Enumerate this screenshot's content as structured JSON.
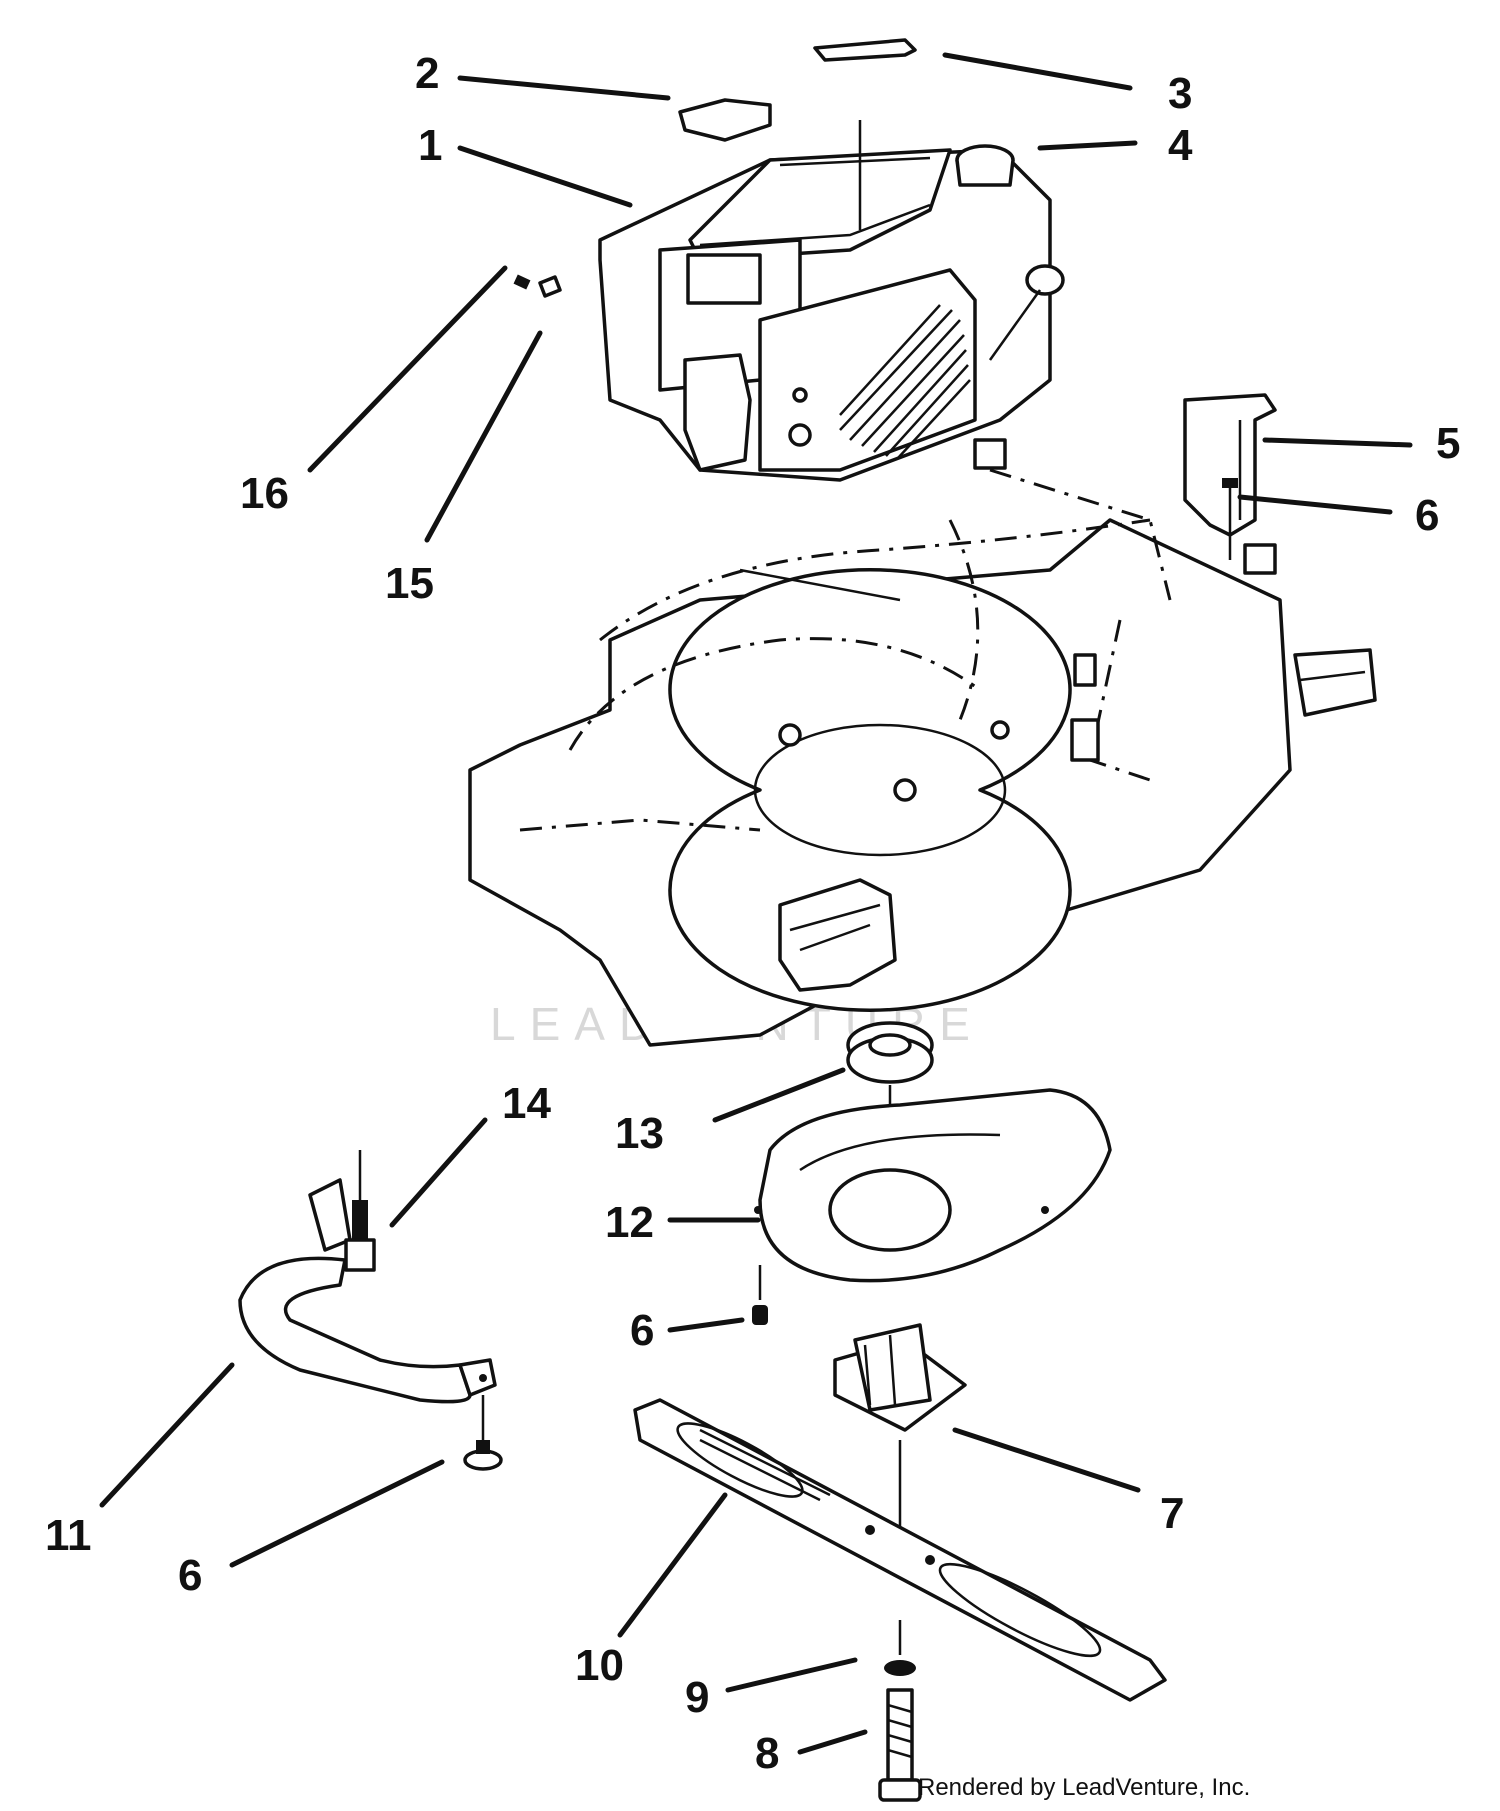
{
  "watermark": "LEADVENTURE",
  "credit": "Rendered by LeadVenture, Inc.",
  "callouts": [
    {
      "id": "c1",
      "label": "1"
    },
    {
      "id": "c2",
      "label": "2"
    },
    {
      "id": "c3",
      "label": "3"
    },
    {
      "id": "c4",
      "label": "4"
    },
    {
      "id": "c5",
      "label": "5"
    },
    {
      "id": "c6a",
      "label": "6"
    },
    {
      "id": "c6b",
      "label": "6"
    },
    {
      "id": "c6c",
      "label": "6"
    },
    {
      "id": "c7",
      "label": "7"
    },
    {
      "id": "c8",
      "label": "8"
    },
    {
      "id": "c9",
      "label": "9"
    },
    {
      "id": "c10",
      "label": "10"
    },
    {
      "id": "c11",
      "label": "11"
    },
    {
      "id": "c12",
      "label": "12"
    },
    {
      "id": "c13",
      "label": "13"
    },
    {
      "id": "c14",
      "label": "14"
    },
    {
      "id": "c15",
      "label": "15"
    },
    {
      "id": "c16",
      "label": "16"
    }
  ]
}
